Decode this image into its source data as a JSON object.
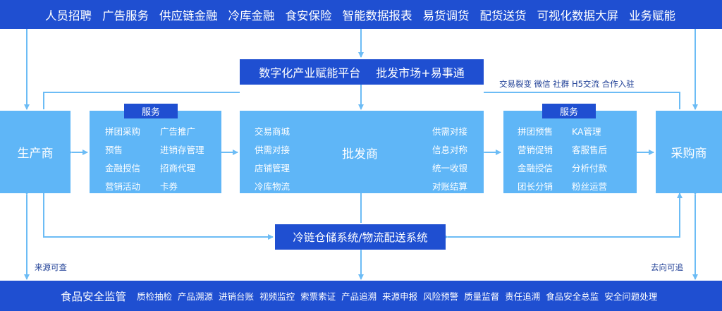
{
  "top_services": [
    "人员招聘",
    "广告服务",
    "供应链金融",
    "冷库金融",
    "食安保险",
    "智能数据报表",
    "易货调货",
    "配货送货",
    "可视化数据大屏",
    "业务赋能"
  ],
  "platform": {
    "title": "数字化产业赋能平台",
    "subtitle": "批发市场+易事通"
  },
  "producer": "生产商",
  "buyer": "采购商",
  "wholesaler": {
    "label": "批发商",
    "left_items": [
      "交易商城",
      "供需对接",
      "店铺管理",
      "冷库物流"
    ],
    "right_items": [
      "供需对接",
      "信息对称",
      "统一收银",
      "对账结算"
    ]
  },
  "left_service": {
    "tag": "服务",
    "col1": [
      "拼团采购",
      "预售",
      "金融授信",
      "营销活动"
    ],
    "col2": [
      "广告推广",
      "进销存管理",
      "招商代理",
      "卡券"
    ]
  },
  "right_service": {
    "tag": "服务",
    "col1": [
      "拼团预售",
      "营销促销",
      "金融授信",
      "团长分销"
    ],
    "col2": [
      "KA管理",
      "客服售后",
      "分析付款",
      "粉丝运营"
    ]
  },
  "social": "交易裂变  微信  社群  H5交流  合作入驻",
  "logistics": "冷链仓储系统/物流配送系统",
  "trace_left": "来源可查",
  "trace_right": "去向可追",
  "food_safety": {
    "title": "食品安全监管",
    "items": [
      "质检抽检",
      "产品溯源",
      "进销台账",
      "视频监控",
      "索票索证",
      "产品追溯",
      "来源申报",
      "风险预警",
      "质量监督",
      "责任追溯",
      "食品安全总监",
      "安全问题处理"
    ]
  },
  "colors": {
    "dark_blue": "#1f4fd1",
    "light_blue": "#5fb6f7",
    "line": "#6cbcf5"
  }
}
